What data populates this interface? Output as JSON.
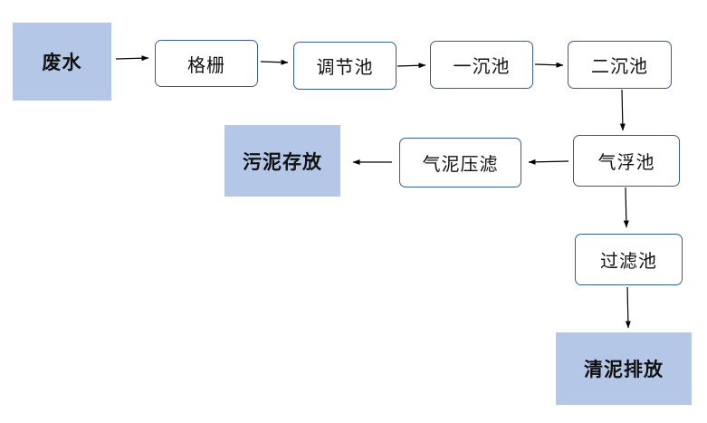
{
  "colors": {
    "terminal_fill": "#b4c7e7",
    "process_border": "#3a5d8f",
    "arrow": "#000000"
  },
  "nodes": {
    "wastewater": "废水",
    "grille": "格栅",
    "regulating_tank": "调节池",
    "primary_sedimentation": "一沉池",
    "secondary_sedimentation": "二沉池",
    "air_flotation": "气浮池",
    "sludge_press_filter": "气泥压滤",
    "sludge_storage": "污泥存放",
    "filter_tank": "过滤池",
    "clear_discharge": "清泥排放"
  }
}
